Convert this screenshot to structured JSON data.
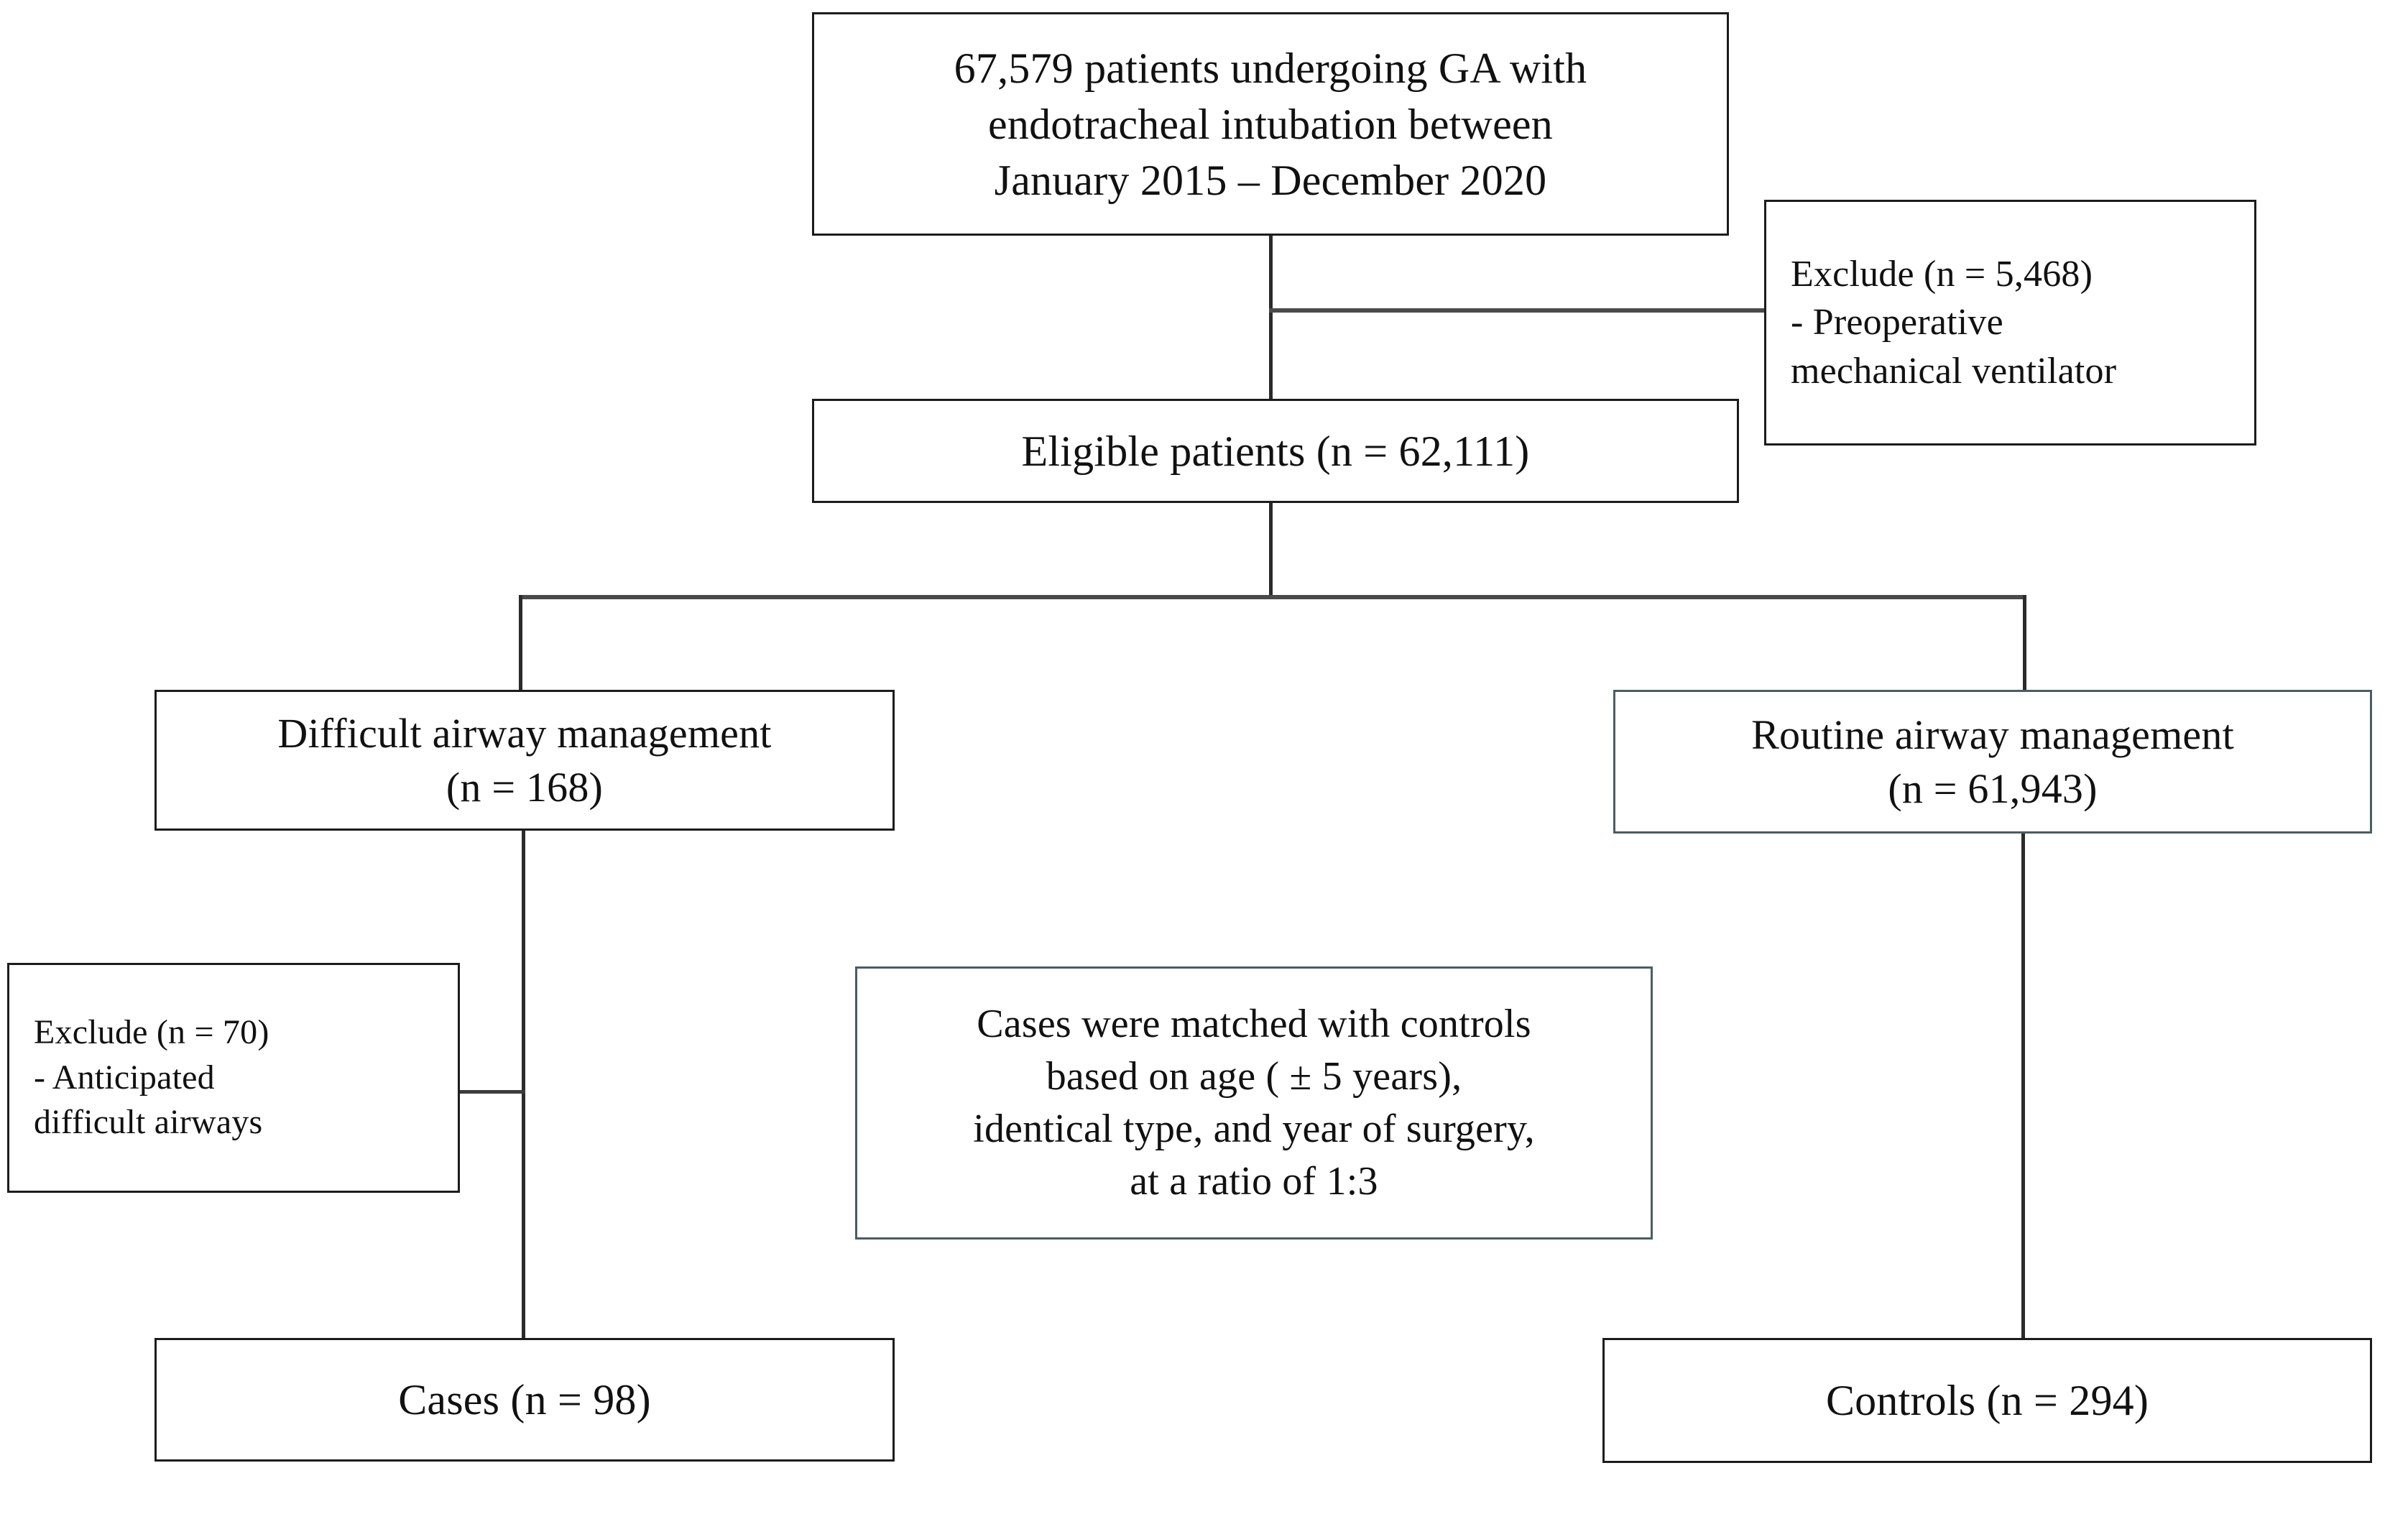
{
  "figure": {
    "type": "study-flow-diagram",
    "title": "Patient selection flow diagram (case-control study of difficult airway management)",
    "accent_color": "#4a5e63",
    "border_color": "#1c1c1c",
    "background": "#ffffff"
  },
  "nodes": {
    "source_population": {
      "id": "source-population",
      "lines": [
        "67,579 patients undergoing GA with",
        "endotracheal intubation between",
        "January 2015 – December 2020"
      ],
      "count": 67579,
      "style": "black"
    },
    "exclusion_1": {
      "id": "exclusion-preop-ventilator",
      "lines": [
        "Exclude (n = 5,468)",
        "- Preoperative",
        "mechanical ventilator"
      ],
      "count": 5468,
      "align": "left",
      "style": "black"
    },
    "eligible": {
      "id": "eligible-patients",
      "lines": [
        "Eligible patients (n = 62,111)"
      ],
      "count": 62111,
      "style": "black"
    },
    "difficult_airway": {
      "id": "difficult-airway-management",
      "lines": [
        "Difficult airway management",
        "(n = 168)"
      ],
      "count": 168,
      "style": "black"
    },
    "routine_airway": {
      "id": "routine-airway-management",
      "lines": [
        "Routine airway management",
        "(n = 61,943)"
      ],
      "count": 61943,
      "style": "teal"
    },
    "exclusion_2": {
      "id": "exclusion-anticipated-difficult-airways",
      "lines": [
        "Exclude (n = 70)",
        "- Anticipated",
        "difficult airways"
      ],
      "count": 70,
      "align": "left",
      "style": "black"
    },
    "matching_note": {
      "id": "matching-criteria",
      "lines": [
        "Cases were matched with controls",
        "based on age ( ± 5 years),",
        "identical type, and year of surgery,",
        "at a ratio of 1:3"
      ],
      "ratio": "1:3",
      "age_window_years": 5,
      "style": "teal"
    },
    "cases": {
      "id": "cases",
      "lines": [
        "Cases (n = 98)"
      ],
      "count": 98,
      "style": "black"
    },
    "controls": {
      "id": "controls",
      "lines": [
        "Controls (n = 294)"
      ],
      "count": 294,
      "style": "black"
    }
  }
}
